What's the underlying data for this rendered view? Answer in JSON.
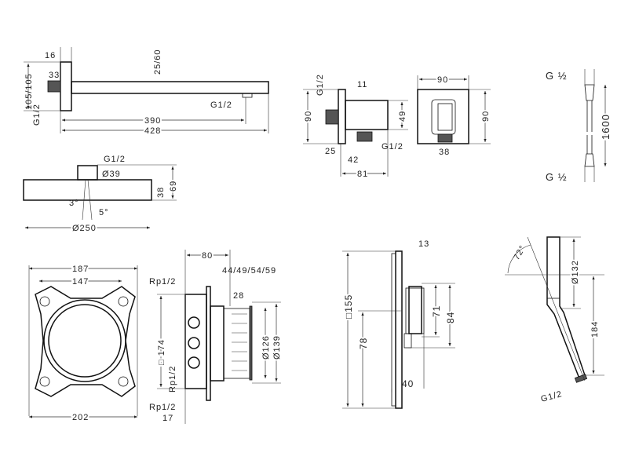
{
  "shower_arm": {
    "d16": "16",
    "d25_60": "25/60",
    "d33": "33",
    "d105": "105/105",
    "g_in": "G1/2",
    "g_out": "G1/2",
    "d390": "390",
    "d428": "428"
  },
  "shower_head": {
    "g": "G1/2",
    "d39": "Ø39",
    "d38": "38",
    "d69": "69",
    "a3": "3°",
    "a5": "5°",
    "d250": "Ø250"
  },
  "mounting_plate": {
    "d187": "187",
    "d147": "147",
    "d202": "202"
  },
  "basic_box": {
    "d80": "80",
    "rp_top": "Rp1/2",
    "d44": "44/49/54/59",
    "d28": "28",
    "d174": "□ 174",
    "rp_side": "Rp1/2",
    "d126": "Ø126",
    "d139": "Ø139",
    "rp_bottom": "Rp1/2",
    "d17": "17"
  },
  "wall_outlet": {
    "g_top": "G1/2",
    "d11": "11",
    "d90": "90",
    "d49": "49",
    "d25": "25",
    "g_out": "G1/2",
    "d42": "42",
    "d81": "81",
    "front_90w": "90",
    "front_90h": "90",
    "front_38": "38"
  },
  "hose": {
    "g_top": "G ½",
    "length": "1600",
    "g_bottom": "G ½"
  },
  "trim": {
    "d13": "13",
    "d155": "□155",
    "d78": "78",
    "d71": "71",
    "d84": "84",
    "d40": "40"
  },
  "hand_shower": {
    "angle": "72°",
    "d132": "Ø132",
    "d184": "184",
    "g": "G1/2"
  }
}
